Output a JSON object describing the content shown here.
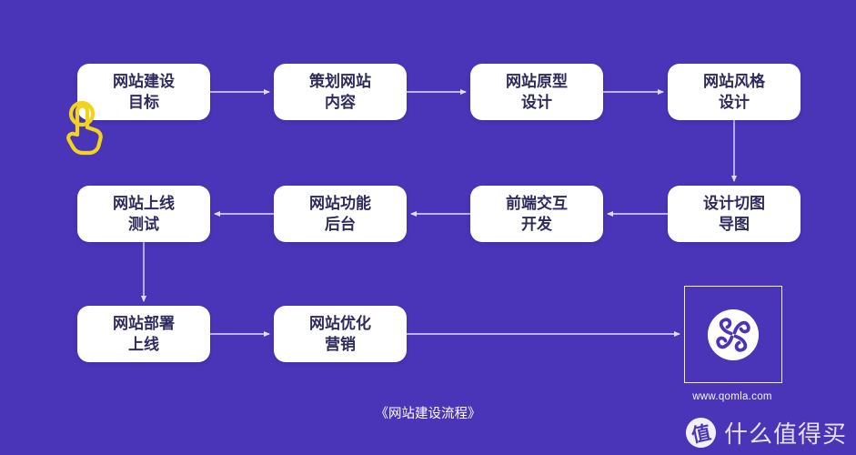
{
  "colors": {
    "background": "#4a35b9",
    "node_fill": "#ffffff",
    "node_text": "#2e2a5e",
    "connector": "#e2ddf8",
    "hand_icon": "#f2d41c"
  },
  "flow": {
    "nodes": [
      {
        "id": "website-goal",
        "label": "网站建设\n目标"
      },
      {
        "id": "plan-content",
        "label": "策划网站\n内容"
      },
      {
        "id": "prototype-design",
        "label": "网站原型\n设计"
      },
      {
        "id": "style-design",
        "label": "网站风格\n设计"
      },
      {
        "id": "design-slicing",
        "label": "设计切图\n导图"
      },
      {
        "id": "frontend-dev",
        "label": "前端交互\n开发"
      },
      {
        "id": "backend-functions",
        "label": "网站功能\n后台"
      },
      {
        "id": "online-testing",
        "label": "网站上线\n测试"
      },
      {
        "id": "deploy-launch",
        "label": "网站部署\n上线"
      },
      {
        "id": "optimize-marketing",
        "label": "网站优化\n营销"
      }
    ]
  },
  "logo": {
    "website_url": "www.qomla.com",
    "icon": "qomla-quatrefoil-mark"
  },
  "caption": "《网站建设流程》",
  "watermark": {
    "badge_char": "值",
    "brand": "什么值得买"
  },
  "icons": {
    "hand": "tap-hand-click-icon"
  }
}
